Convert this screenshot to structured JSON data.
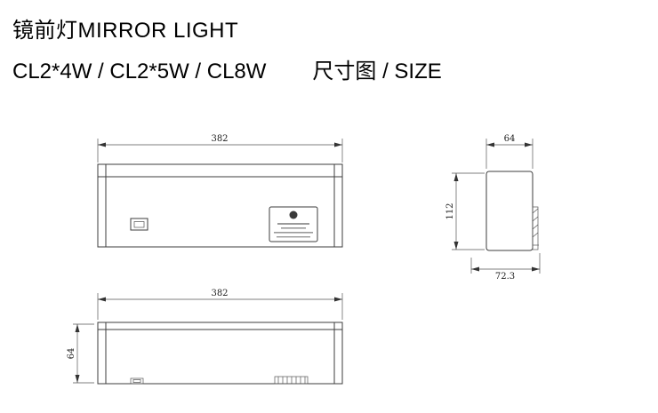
{
  "header": {
    "product_title": "镜前灯MIRROR LIGHT",
    "model_line": "CL2*4W / CL2*5W / CL8W",
    "size_title": "尺寸图 / SIZE"
  },
  "front_view": {
    "width": "382"
  },
  "side_view": {
    "width": "64",
    "height": "112",
    "depth": "72.3"
  },
  "bottom_view": {
    "width": "382",
    "depth": "64"
  },
  "colors": {
    "line": "#3d3d3d",
    "dim_line": "#555555",
    "text": "#000000"
  }
}
